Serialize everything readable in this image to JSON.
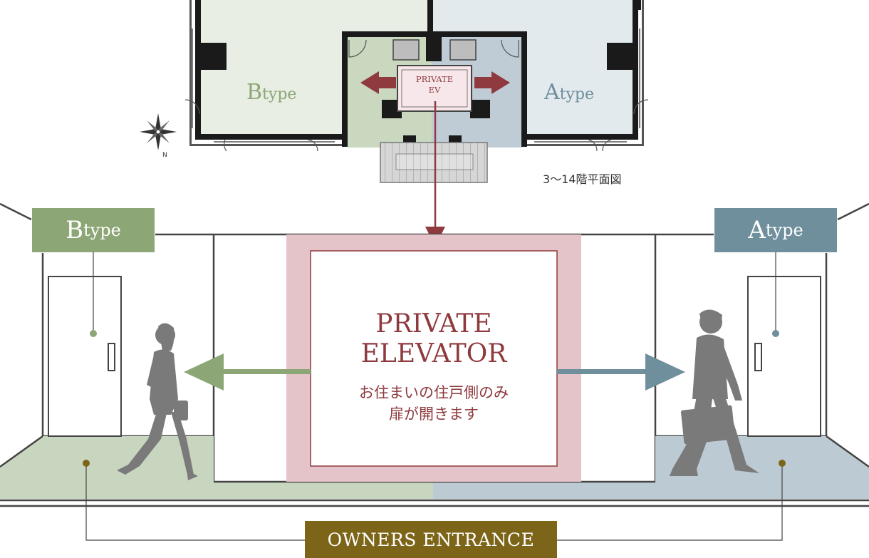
{
  "floor_plan": {
    "unit_b": {
      "letter": "B",
      "suffix": "type"
    },
    "unit_a": {
      "letter": "A",
      "suffix": "type"
    },
    "ev_label_line1": "PRIVATE",
    "ev_label_line2": "EV",
    "compass_north": "N",
    "caption": "3〜14階平面図"
  },
  "corridor": {
    "tag_b": {
      "letter": "B",
      "suffix": "type"
    },
    "tag_a": {
      "letter": "A",
      "suffix": "type"
    },
    "elevator_title_line1": "PRIVATE",
    "elevator_title_line2": "ELEVATOR",
    "elevator_note_line1": "お住まいの住戸側のみ",
    "elevator_note_line2": "扉が開きます",
    "owners_entrance": "OWNERS ENTRANCE"
  },
  "colors": {
    "green": "#8da675",
    "blue": "#6f8f9d",
    "maroon": "#8e3a3e",
    "pink": "#e5c4c9",
    "gold": "#7c6518"
  }
}
